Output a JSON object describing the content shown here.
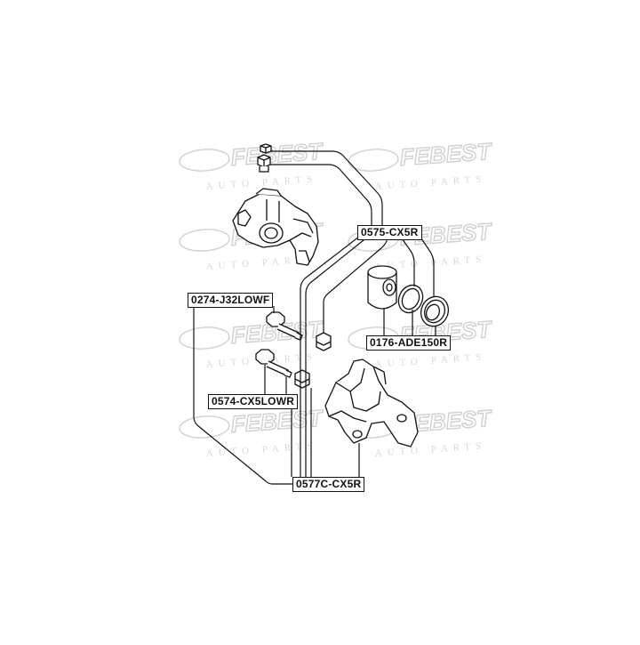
{
  "watermark": {
    "brand": "FEBEST",
    "tagline": "AUTO PARTS"
  },
  "labels": {
    "caliper_repair_kit": "0575-CX5R",
    "guide_pin_upper": "0274-J32LOWF",
    "piston_repair_kit": "0176-ADE150R",
    "guide_pin_lower": "0574-CX5LOWR",
    "bracket_assembly": "0577C-CX5R"
  },
  "colors": {
    "line": "#111111",
    "watermark": "#d4d4d4",
    "background": "#ffffff"
  }
}
